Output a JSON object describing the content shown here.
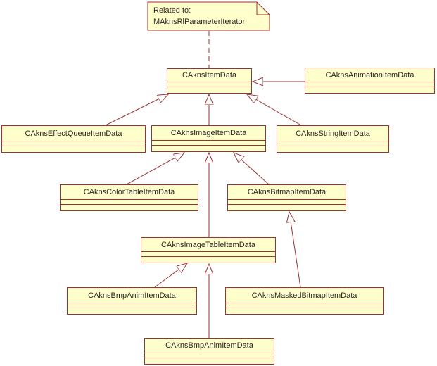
{
  "diagram": {
    "type": "uml-class-diagram",
    "colors": {
      "background": "#FFFFFF",
      "box_fill": "#FFFFCC",
      "line": "#993333",
      "text": "#2B2626"
    },
    "note": {
      "line1": "Related to:",
      "line2": "MAknsRlParameterIterator",
      "attached_to": "CAknsItemData"
    },
    "classes": [
      {
        "name": "CAknsItemData"
      },
      {
        "name": "CAknsAnimationItemData"
      },
      {
        "name": "CAknsEffectQueueItemData"
      },
      {
        "name": "CAknsImageItemData"
      },
      {
        "name": "CAknsStringItemData"
      },
      {
        "name": "CAknsColorTableItemData"
      },
      {
        "name": "CAknsBitmapItemData"
      },
      {
        "name": "CAknsImageTableItemData"
      },
      {
        "name": "CAknsBmpAnimItemData"
      },
      {
        "name": "CAknsMaskedBitmapItemData"
      },
      {
        "name": "CAknsBmpAnimItemData"
      }
    ],
    "relationships": [
      {
        "from": "CAknsAnimationItemData",
        "to": "CAknsItemData",
        "type": "generalization"
      },
      {
        "from": "CAknsEffectQueueItemData",
        "to": "CAknsItemData",
        "type": "generalization"
      },
      {
        "from": "CAknsImageItemData",
        "to": "CAknsItemData",
        "type": "generalization"
      },
      {
        "from": "CAknsStringItemData",
        "to": "CAknsItemData",
        "type": "generalization"
      },
      {
        "from": "CAknsColorTableItemData",
        "to": "CAknsImageItemData",
        "type": "generalization"
      },
      {
        "from": "CAknsImageTableItemData",
        "to": "CAknsImageItemData",
        "type": "generalization"
      },
      {
        "from": "CAknsBitmapItemData",
        "to": "CAknsImageItemData",
        "type": "generalization"
      },
      {
        "from": "CAknsMaskedBitmapItemData",
        "to": "CAknsBitmapItemData",
        "type": "generalization"
      },
      {
        "from": "CAknsBmpAnimItemData",
        "to": "CAknsImageTableItemData",
        "type": "generalization"
      },
      {
        "from": "CAknsBmpAnimItemData",
        "to": "CAknsImageTableItemData",
        "type": "generalization"
      }
    ]
  }
}
